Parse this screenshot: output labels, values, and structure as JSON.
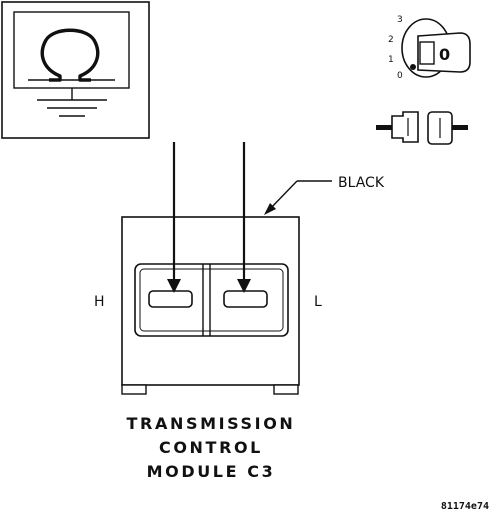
{
  "diagram": {
    "connector_color_label": "BLACK",
    "pin_left_label": "H",
    "pin_right_label": "L",
    "title_line_1": "TRANSMISSION",
    "title_line_2": "CONTROL",
    "title_line_3": "MODULE C3",
    "figure_id": "81174e74",
    "ignition_positions": [
      "3",
      "2",
      "1",
      "0"
    ],
    "ignition_key_mark": "0",
    "meter_icon": "ohmmeter-icon",
    "ignition_icon": "ignition-key-icon",
    "connector_icon": "disconnected-connector-icon",
    "line_color": "#111111",
    "background_color": "#ffffff"
  }
}
